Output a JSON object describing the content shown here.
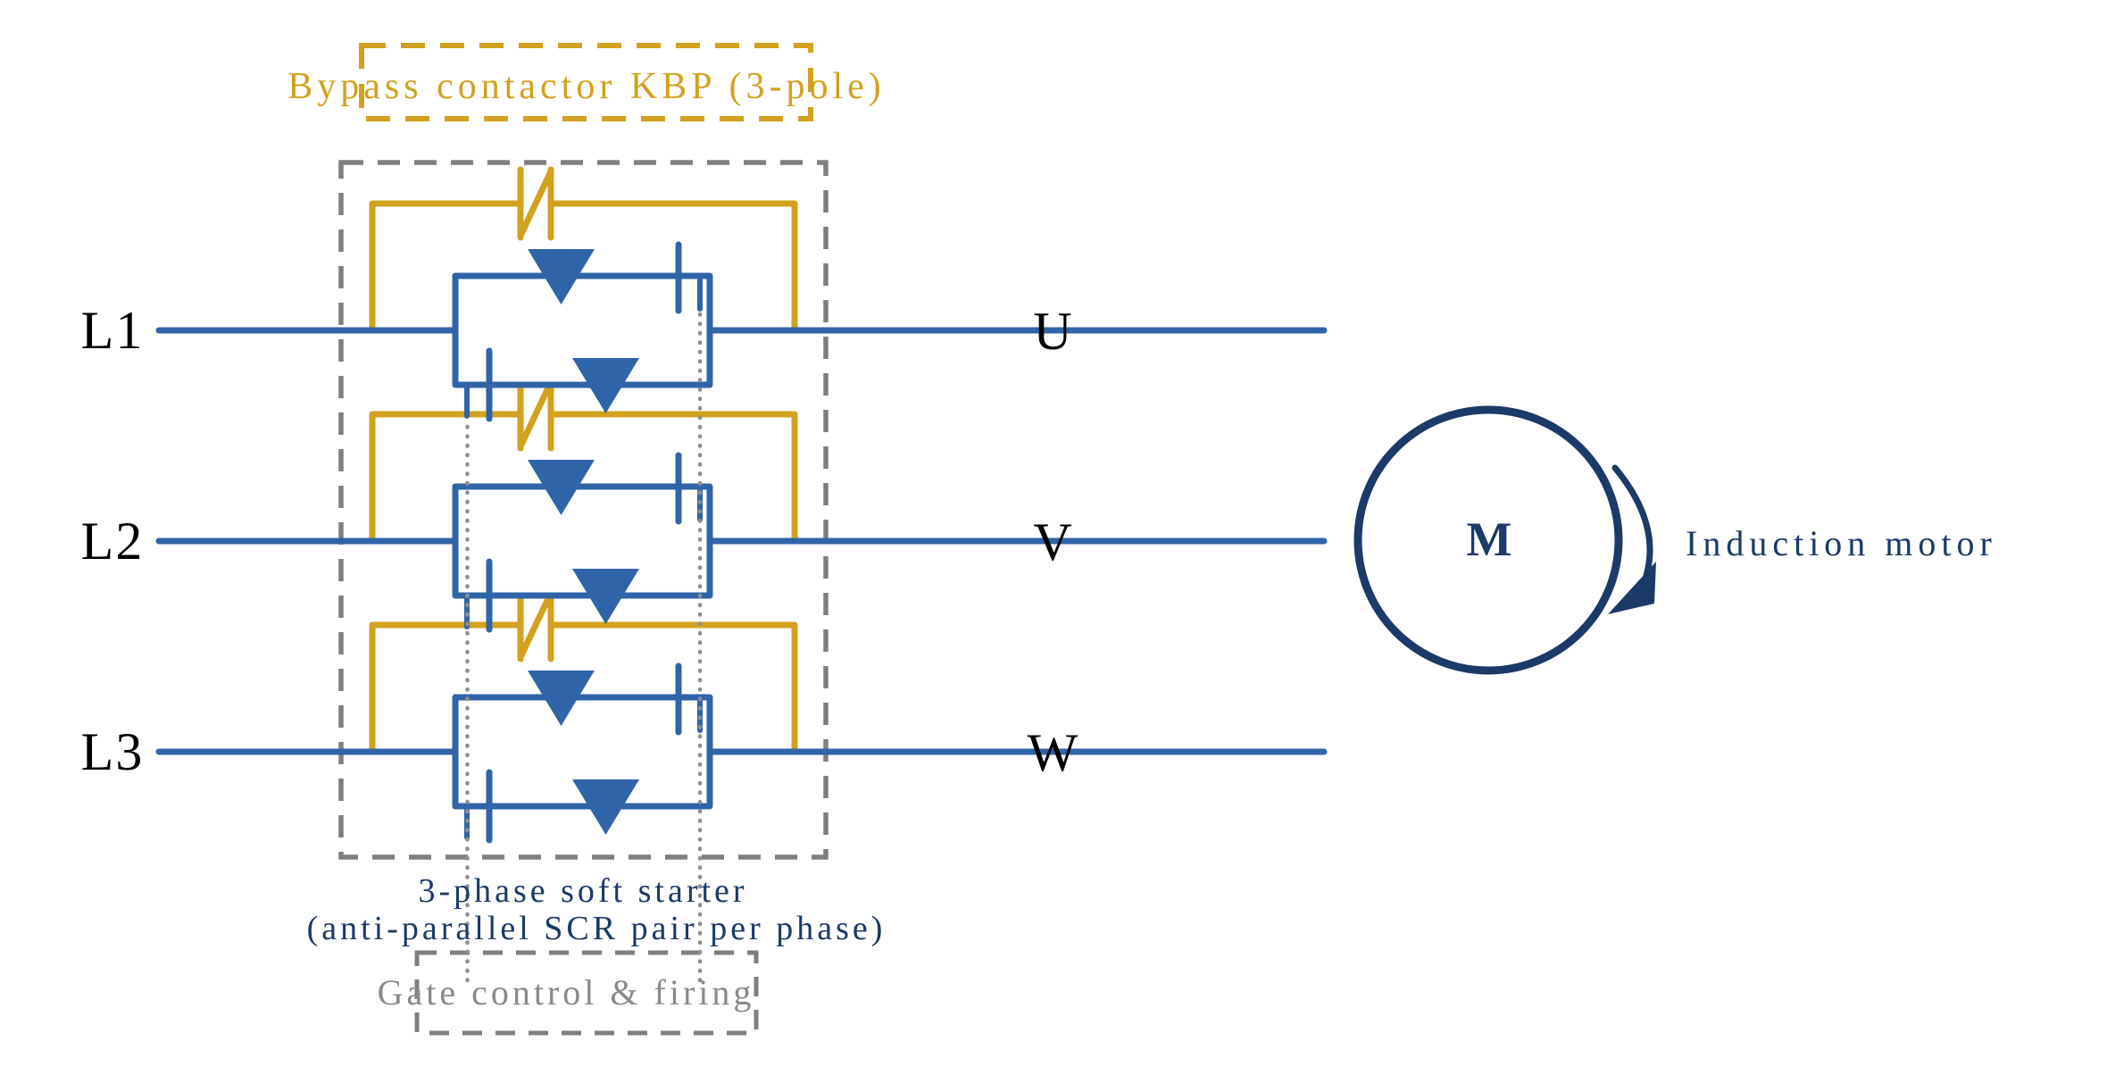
{
  "colors": {
    "blue": "#3064A8",
    "gold": "#D2A11D",
    "navy": "#1B3A68",
    "gray": "#7F7F7F",
    "gray_text": "#8A8A8A",
    "dotted": "#8F8F8F",
    "black": "#000000",
    "background": "#FFFFFF"
  },
  "labels": {
    "bypass_contactor": "Bypass contactor KBP (3-pole)",
    "soft_starter_line1": "3-phase soft starter",
    "soft_starter_line2": "(anti-parallel SCR pair per phase)",
    "gate_control": "Gate control & firing",
    "induction_motor": "Induction motor",
    "motor_symbol": "M"
  },
  "phases": {
    "inputs": [
      "L1",
      "L2",
      "L3"
    ],
    "outputs": [
      "U",
      "V",
      "W"
    ]
  }
}
